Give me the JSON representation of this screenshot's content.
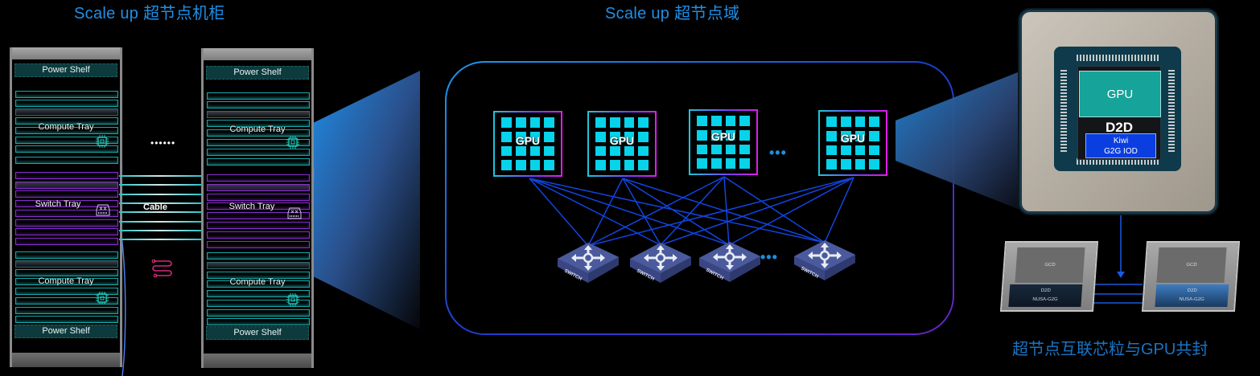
{
  "titles": {
    "rack_section": "Scale up 超节点机柜",
    "domain_section": "Scale up 超节点域",
    "chip_caption": "超节点互联芯粒与GPU共封"
  },
  "racks": [
    {
      "top_shelf": "Power Shelf",
      "compute_tray_top": "Compute Tray",
      "switch_tray": "Switch Tray",
      "compute_tray_bottom": "Compute Tray",
      "bottom_shelf": "Power Shelf"
    },
    {
      "top_shelf": "Power Shelf",
      "compute_tray_top": "Compute Tray",
      "switch_tray": "Switch Tray",
      "compute_tray_bottom": "Compute Tray",
      "bottom_shelf": "Power Shelf"
    }
  ],
  "between_racks": {
    "ellipsis": "••••••",
    "cable_label": "Cable",
    "cable_count": 8,
    "icons": [
      "cable-serpentine-icon"
    ]
  },
  "domain": {
    "gpus": [
      {
        "label": "GPU"
      },
      {
        "label": "GPU"
      },
      {
        "label": "GPU"
      },
      {
        "label": "GPU"
      }
    ],
    "gpu_ellipsis": "•••",
    "switches": [
      {
        "label": "SWITCH"
      },
      {
        "label": "SWITCH"
      },
      {
        "label": "SWITCH"
      },
      {
        "label": "SWITCH"
      }
    ],
    "switch_ellipsis": "•••",
    "topology": "full-mesh: every GPU connects to every switch"
  },
  "chip": {
    "gpu_label": "GPU",
    "d2d_label": "D2D",
    "iod_line1": "Kiwi",
    "iod_line2": "G2G IOD",
    "sub_chips": [
      {
        "gcd": "GCD",
        "d2d": "D2D",
        "nusa": "NUSA-G2G"
      },
      {
        "gcd": "GCD",
        "d2d": "D2D",
        "nusa": "NUSA-G2G"
      }
    ]
  },
  "colors": {
    "title_blue": "#1f8fe8",
    "caption_blue": "#1a74c4",
    "gpu_cyan": "#07d3ea",
    "link_blue": "#1244e0",
    "compute_teal": "#17a8a8",
    "switch_purple": "#8c2bd6",
    "iod_blue": "#0b3ee0",
    "chip_gpu_teal": "#16a39a"
  }
}
